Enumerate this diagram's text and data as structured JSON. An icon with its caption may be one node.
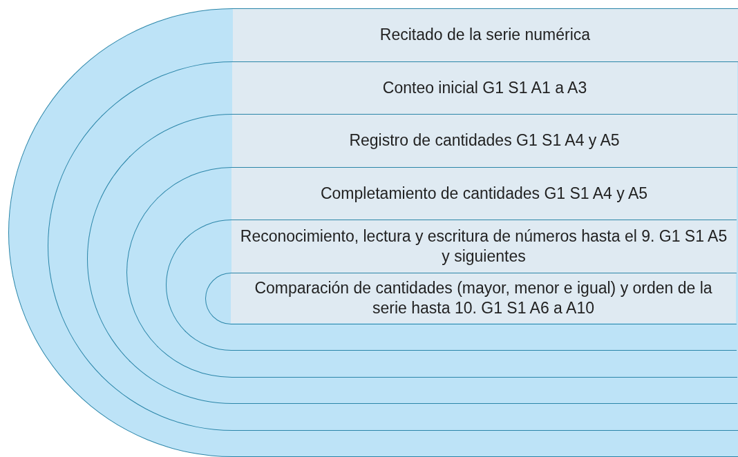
{
  "diagram": {
    "nodes": [
      {
        "text": [
          "Recitado de la serie numérica"
        ]
      },
      {
        "text": [
          "Conteo inicial G1 S1 A1 a A3"
        ],
        "in": 0
      },
      {
        "text": [
          "Registro de cantidades G1 S1 A4 y A5"
        ],
        "in": 1
      },
      {
        "text": [
          "Completamiento de cantidades G1 S1 A4 y A5"
        ],
        "in": 2
      },
      {
        "text": [
          "Reconocimiento, lectura y escritura de números hasta el 9. G1 S1 A5 y siguientes"
        ],
        "in": 3
      },
      {
        "text": [
          "Comparación de cantidades (mayor, menor e igual) y orden de la serie hasta 10. G1 S1 A6 a A10"
        ],
        "in": 4
      }
    ]
  }
}
